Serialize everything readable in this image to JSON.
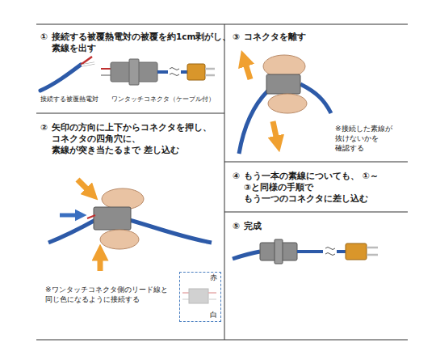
{
  "diagram": {
    "nodes": [
      {
        "text": [
          "赤",
          "白"
        ]
      }
    ],
    "labels": [
      "①",
      "接続する被覆熱電対の被覆を約1cm剥がし、 素線を出す",
      "接続する被覆熱電対",
      "ワンタッチコネクタ（ケーブル付）",
      "②",
      "矢印の方向に上下からコネクタを押し、 コネクタの四角穴に、素線が突き当たるまで 差し込む",
      "※ワンタッチコネクタ側のリード線と 同じ色になるように接続する",
      "③",
      "コネクタを離す",
      "※接続した素線が 抜けないかを 確認する",
      "④",
      "もう一本の素線についても、 ①～③と同様の手順で もう一つのコネクタに差し込む",
      "⑤",
      "完成"
    ]
  }
}
